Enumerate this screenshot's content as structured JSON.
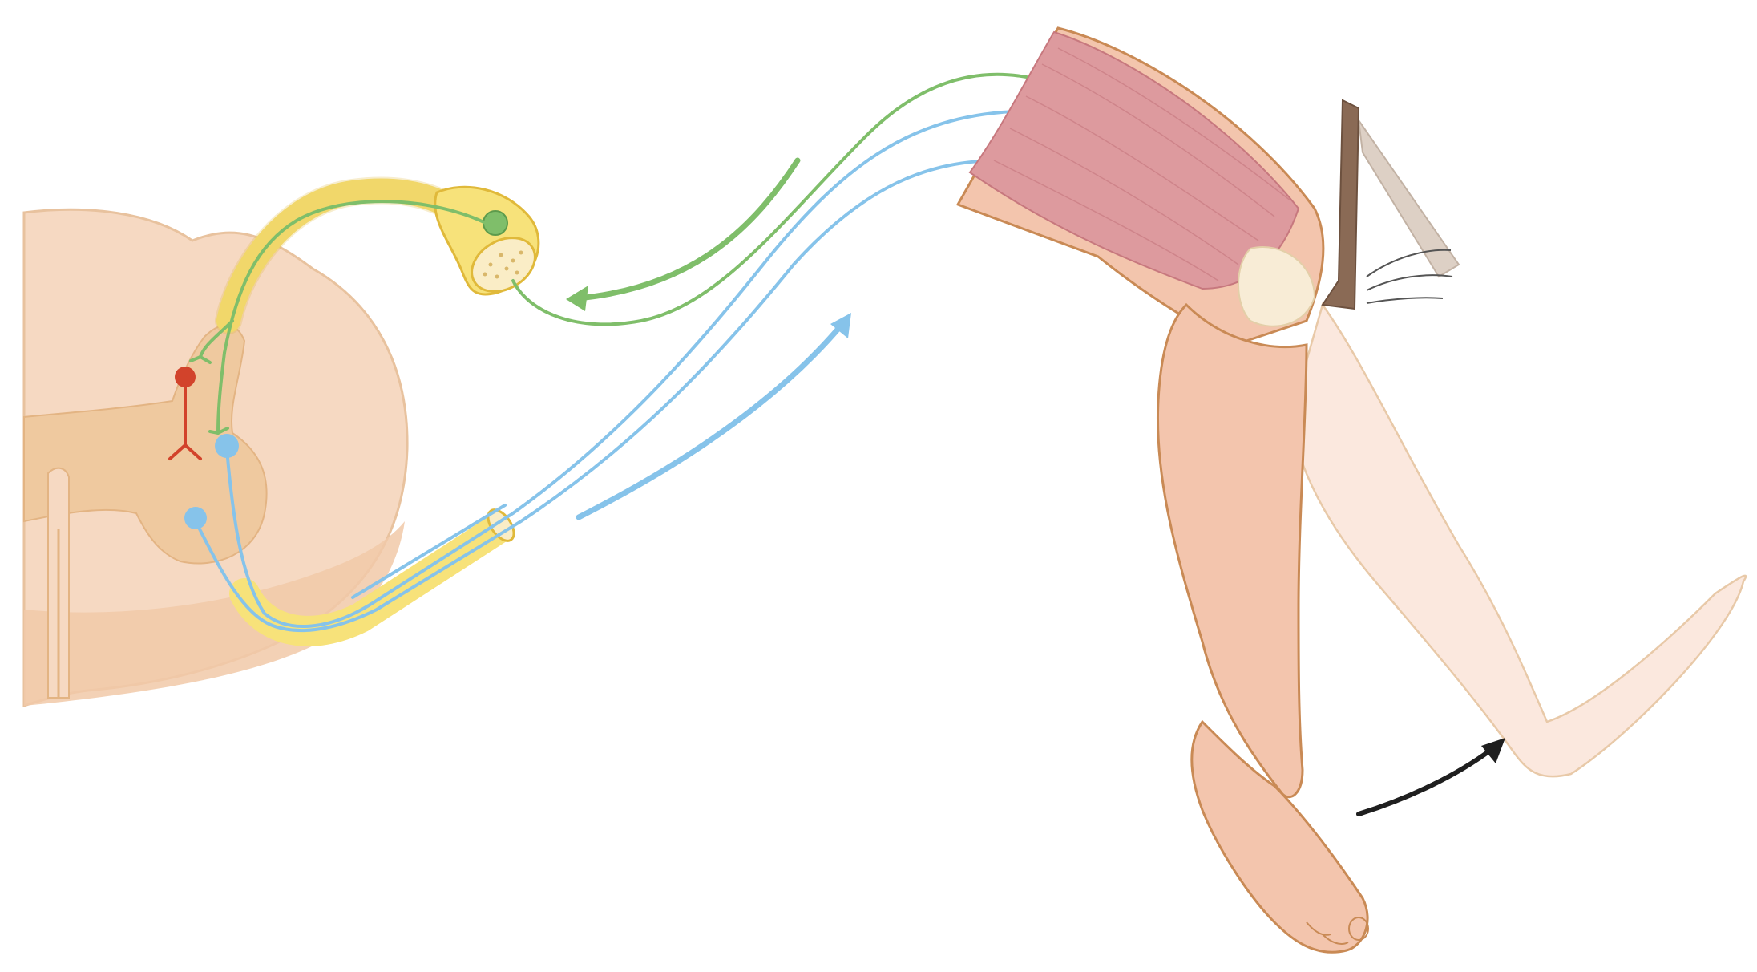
{
  "figure": {
    "kind": "knee-jerk reflex arc illustration",
    "labels": []
  },
  "colors": {
    "background": "#ffffff",
    "spinal_cord": "#f6d9c2",
    "spinal_outline": "#e8c29e",
    "grey_matter": "#efc99f",
    "ganglion_and_nerve": "#f7e27a",
    "ganglion_outline": "#e0b93a",
    "sensory_neuron": "#7fbe6a",
    "motor_neuron": "#86c3ea",
    "interneuron": "#d2432b",
    "skin": "#f3c5ad",
    "skin_outline": "#c98a55",
    "muscle": "#dd9a9e",
    "hammer": "#8a6a55",
    "movement_arrow": "#1f1f1f"
  },
  "elements": {
    "spinal_cord": "spinal-cord-cross-section",
    "dorsal_root_ganglion": "dorsal-root-ganglion",
    "ventral_root": "ventral-root-nerve",
    "sensory_pathway": "sensory-neuron-path",
    "motor_pathway": "motor-neuron-path",
    "interneuron": "inhibitory-interneuron",
    "leg": "leg",
    "reflex_hammer": "reflex-hammer",
    "kick_arrow": "kick-direction-arrow"
  }
}
